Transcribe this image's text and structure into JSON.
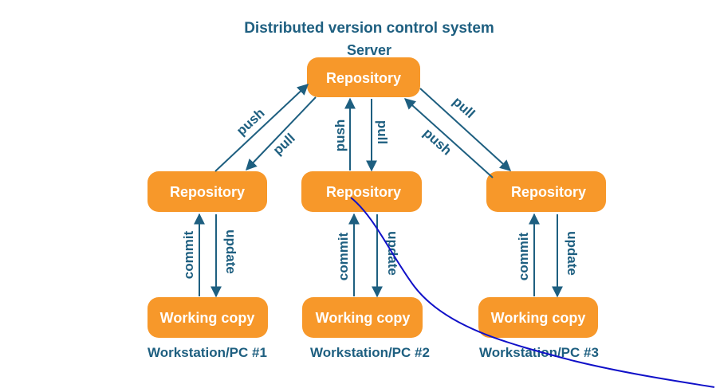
{
  "title": "Distributed version control system",
  "server_label": "Server",
  "nodes": {
    "server_repo": "Repository",
    "repo1": "Repository",
    "repo2": "Repository",
    "repo3": "Repository",
    "wc1": "Working copy",
    "wc2": "Working copy",
    "wc3": "Working copy"
  },
  "edges": {
    "push1": "push",
    "pull1": "pull",
    "push2": "push",
    "pull2": "pull",
    "pull3": "pull",
    "push3": "push",
    "commit1": "commit",
    "update1": "update",
    "commit2": "commit",
    "update2": "update",
    "commit3": "commit",
    "update3": "update"
  },
  "captions": {
    "pc1": "Workstation/PC #1",
    "pc2": "Workstation/PC #2",
    "pc3": "Workstation/PC #3"
  },
  "colors": {
    "box": "#f7982a",
    "text": "#1e5f80",
    "annotation": "#1010c8"
  }
}
